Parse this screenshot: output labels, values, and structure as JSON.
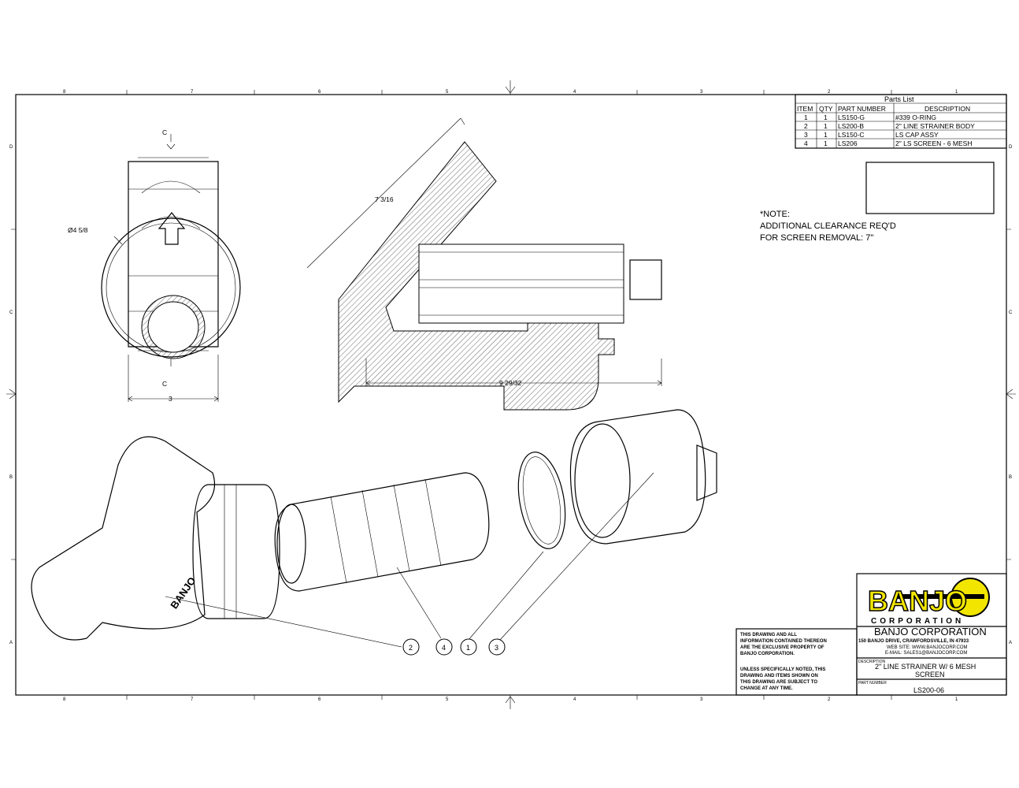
{
  "zones": {
    "columns": [
      "8",
      "7",
      "6",
      "5",
      "4",
      "3",
      "2",
      "1"
    ],
    "rows": [
      "D",
      "C",
      "B",
      "A"
    ]
  },
  "parts_list": {
    "title": "Parts List",
    "headers": [
      "ITEM",
      "QTY",
      "PART NUMBER",
      "DESCRIPTION"
    ],
    "rows": [
      {
        "item": "1",
        "qty": "1",
        "part": "LS150-G",
        "desc": "#339 O-RING"
      },
      {
        "item": "2",
        "qty": "1",
        "part": "LS200-B",
        "desc": "2\" LINE STRAINER BODY"
      },
      {
        "item": "3",
        "qty": "1",
        "part": "LS150-C",
        "desc": "LS CAP ASSY"
      },
      {
        "item": "4",
        "qty": "1",
        "part": "LS206",
        "desc": "2\" LS SCREEN - 6 MESH"
      }
    ]
  },
  "note": {
    "line1": "*NOTE:",
    "line2": "ADDITIONAL CLEARANCE REQ'D",
    "line3": "FOR SCREEN REMOVAL: 7\""
  },
  "dimensions": {
    "diameter": "Ø4 5/8",
    "section_top": "C",
    "section_bottom": "C",
    "width": "3",
    "length_angled": "7 3/16",
    "length_overall": "9 29/32"
  },
  "balloons": [
    "2",
    "4",
    "1",
    "3"
  ],
  "title_block": {
    "logo_text": "BANJO",
    "logo_sub": "CORPORATION",
    "logo_color": "#f2e600",
    "disclaimer": [
      "THIS DRAWING AND ALL",
      "INFORMATION CONTAINED THEREON",
      "ARE THE EXCLUSIVE PROPERTY OF",
      "BANJO CORPORATION.",
      "UNLESS SPECIFICALLY NOTED, THIS",
      "DRAWING AND ITEMS SHOWN ON",
      "THIS DRAWING ARE SUBJECT TO",
      "CHANGE AT ANY TIME."
    ],
    "company": "BANJO CORPORATION",
    "address": "150 BANJO DRIVE, CRAWFORDSVILLE, IN 47933",
    "website": "WEB SITE: WWW.BANJOCORP.COM",
    "email": "E-MAIL: SALES1@BANJOCORP.COM",
    "description_label": "DESCRIPTION",
    "description_line1": "2\" LINE STRAINER W/ 6 MESH",
    "description_line2": "SCREEN",
    "part_number_label": "PART NUMBER",
    "part_number": "LS200-06"
  }
}
